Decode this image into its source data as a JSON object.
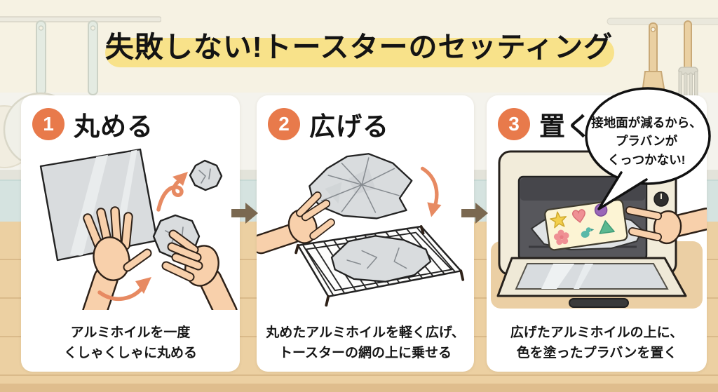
{
  "title": {
    "text": "失敗しない!トースターのセッティング"
  },
  "steps": [
    {
      "number": "1",
      "heading": "丸める",
      "caption_line1": "アルミホイルを一度",
      "caption_line2": "くしゃくしゃに丸める",
      "illustration": "hands-crumpling-aluminum-foil"
    },
    {
      "number": "2",
      "heading": "広げる",
      "caption_line1": "丸めたアルミホイルを軽く広げ、",
      "caption_line2": "トースターの網の上に乗せる",
      "illustration": "spread-foil-placed-on-wire-rack"
    },
    {
      "number": "3",
      "heading": "置く",
      "caption_line1": "広げたアルミホイルの上に、",
      "caption_line2": "色を塗ったプラバンを置く",
      "illustration": "placing-colored-plastic-sheet-in-toaster"
    }
  ],
  "speech_bubble": {
    "line1": "接地面が減るから、",
    "line2": "プラバンが",
    "line3": "くっつかない!"
  },
  "icons": {
    "step_arrow": "right-arrow"
  },
  "colors": {
    "badge_orange": "#e87a4b",
    "highlight_yellow": "#f8e28a",
    "step_arrow_brown": "#7a6850",
    "illustration_arrow_orange": "#e78a62",
    "counter_wood": "#ecd0a2",
    "tile_blue": "#d5e3e0",
    "wall_cream": "#f6f2e3",
    "card_white": "#ffffff",
    "text_black": "#141414"
  }
}
